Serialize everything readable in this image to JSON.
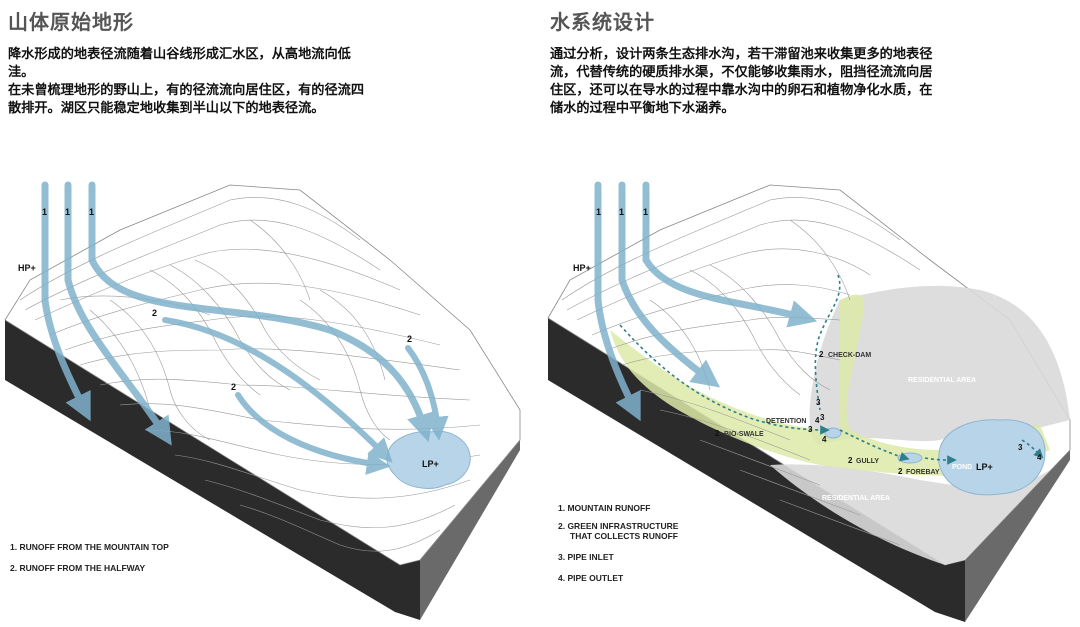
{
  "left": {
    "title": "山体原始地形",
    "desc_lines": [
      "降水形成的地表径流随着山谷线形成汇水区，从高地流向低",
      "洼。",
      "在未曾梳理地形的野山上，有的径流流向居住区，有的径流四",
      "散排开。湖区只能稳定地收集到半山以下的地表径流。"
    ],
    "labels": {
      "hp": "HP+",
      "lp": "LP+",
      "n1": "1",
      "n2": "2"
    },
    "legend": [
      "1. RUNOFF FROM THE MOUNTAIN TOP",
      "2. RUNOFF FROM THE HALFWAY"
    ]
  },
  "right": {
    "title": "水系统设计",
    "desc_lines": [
      "通过分析，设计两条生态排水沟，若干滞留池来收集更多的地表径",
      "流，代替传统的硬质排水渠，不仅能够收集雨水，阻挡径流流向居",
      "住区，还可以在导水的过程中靠水沟中的卵石和植物净化水质，在",
      "储水的过程中平衡地下水涵养。"
    ],
    "labels": {
      "hp": "HP+",
      "lp": "LP+",
      "check_dam": "CHECK-DAM",
      "detention": "DETENTION",
      "bio_swale": "BIO-SWALE",
      "gully": "GULLY",
      "forebay": "FOREBAY",
      "residential_top": "RESIDENTIAL AREA",
      "residential_bottom": "RESIDENTIAL AREA",
      "pond": "POND",
      "n1": "1",
      "n2": "2",
      "n3": "3",
      "n4": "4"
    },
    "legend": [
      {
        "line1": "1. MOUNTAIN RUNOFF",
        "line2": ""
      },
      {
        "line1": "2. GREEN INFRASTRUCTURE",
        "line2": "THAT COLLECTS RUNOFF"
      },
      {
        "line1": "3. PIPE INLET",
        "line2": ""
      },
      {
        "line1": "4. PIPE OUTLET",
        "line2": ""
      }
    ]
  },
  "colors": {
    "title_gray": "#555555",
    "arrow_blue": "#7fb2cc",
    "lake_blue": "#b8d4e8",
    "green_zone": "#dde9a8",
    "gray_zone": "#d9d9d9",
    "side_dark": "#2b2b2b",
    "dash_teal": "#2e7f8c"
  }
}
